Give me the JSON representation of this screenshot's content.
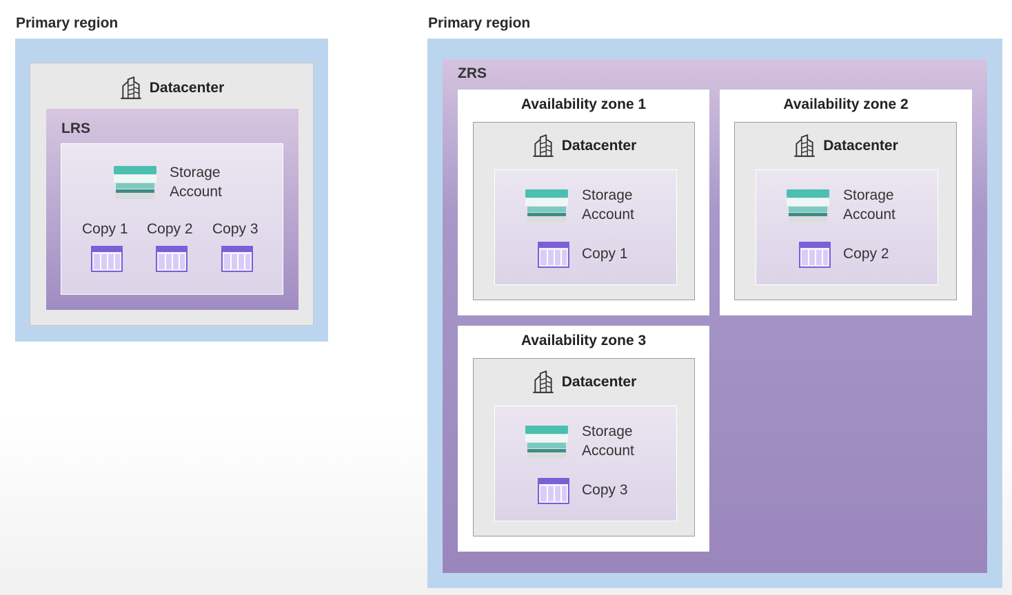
{
  "lrs_panel": {
    "region_title": "Primary region",
    "datacenter_label": "Datacenter",
    "tier_label": "LRS",
    "storage_label_line1": "Storage",
    "storage_label_line2": "Account",
    "copies": [
      "Copy 1",
      "Copy 2",
      "Copy 3"
    ]
  },
  "zrs_panel": {
    "region_title": "Primary region",
    "tier_label": "ZRS",
    "zones": [
      {
        "title": "Availability zone 1",
        "datacenter_label": "Datacenter",
        "storage_label_line1": "Storage",
        "storage_label_line2": "Account",
        "copy_label": "Copy 1"
      },
      {
        "title": "Availability zone 2",
        "datacenter_label": "Datacenter",
        "storage_label_line1": "Storage",
        "storage_label_line2": "Account",
        "copy_label": "Copy 2"
      },
      {
        "title": "Availability zone 3",
        "datacenter_label": "Datacenter",
        "storage_label_line1": "Storage",
        "storage_label_line2": "Account",
        "copy_label": "Copy 3"
      }
    ]
  },
  "icons": {
    "datacenter": "datacenter-icon",
    "storage": "storage-account-icon",
    "copy": "table-copy-icon"
  },
  "colors": {
    "region_blue": "#bcd5ef",
    "tier_purple": "#a08cc2",
    "storage_teal": "#4bbfb0",
    "copy_purple": "#7b5fd6"
  }
}
